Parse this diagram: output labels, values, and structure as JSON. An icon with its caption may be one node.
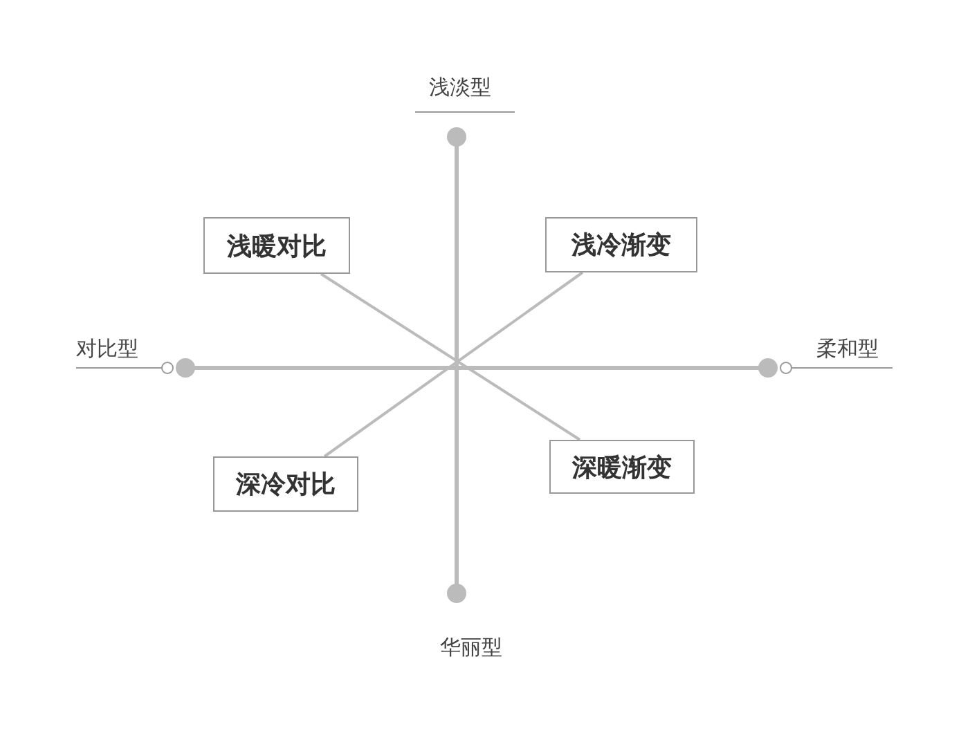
{
  "diagram": {
    "nodes": [
      {
        "text": [
          "浅暖对比"
        ]
      },
      {
        "text": [
          "浅冷渐变"
        ]
      },
      {
        "text": [
          "深冷对比"
        ]
      },
      {
        "text": [
          "深暖渐变"
        ]
      }
    ],
    "edges": [
      {
        "from": 0,
        "to": 3,
        "arrow": "none"
      },
      {
        "from": 1,
        "to": 2,
        "arrow": "none"
      }
    ],
    "labels": [
      "浅淡型",
      "对比型",
      "柔和型",
      "华丽型"
    ]
  }
}
